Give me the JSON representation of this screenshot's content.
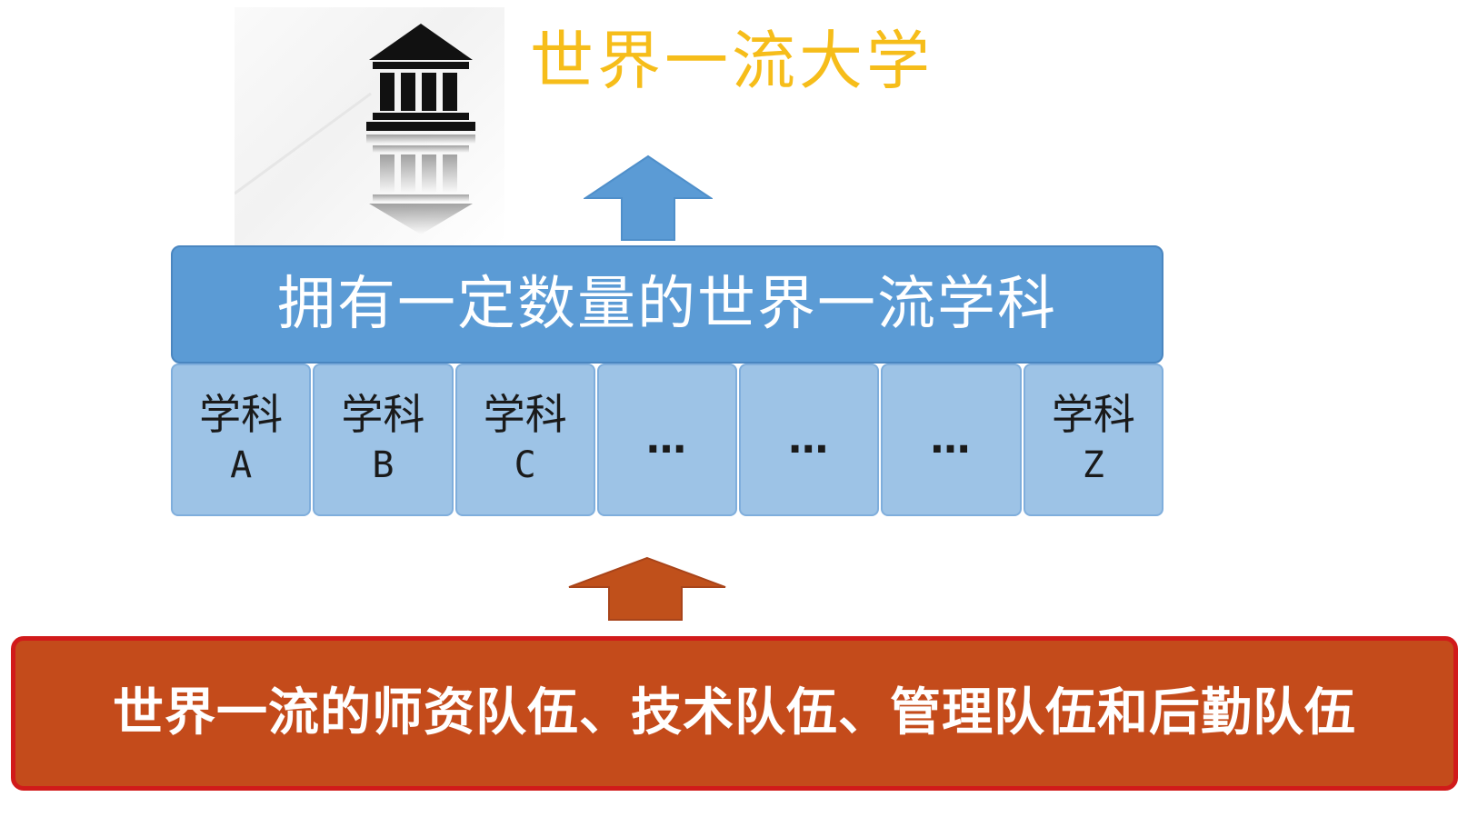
{
  "goal": {
    "title": "世界一流大学",
    "icon": "university-building-icon",
    "color": "#f6bd1a"
  },
  "subjects": {
    "banner": "拥有一定数量的世界一流学科",
    "color": "#5b9bd5",
    "cells": [
      {
        "name": "学科",
        "letter": "A"
      },
      {
        "name": "学科",
        "letter": "B"
      },
      {
        "name": "学科",
        "letter": "C"
      },
      {
        "ellipsis": "…"
      },
      {
        "ellipsis": "…"
      },
      {
        "ellipsis": "…"
      },
      {
        "name": "学科",
        "letter": "Z"
      }
    ]
  },
  "foundation": {
    "text": "世界一流的师资队伍、技术队伍、管理队伍和后勤队伍",
    "color": "#c44b1b",
    "border_color": "#d11a1a"
  },
  "arrows": [
    {
      "direction": "up",
      "color": "#5b9bd5"
    },
    {
      "direction": "up",
      "color": "#c0501b"
    }
  ]
}
